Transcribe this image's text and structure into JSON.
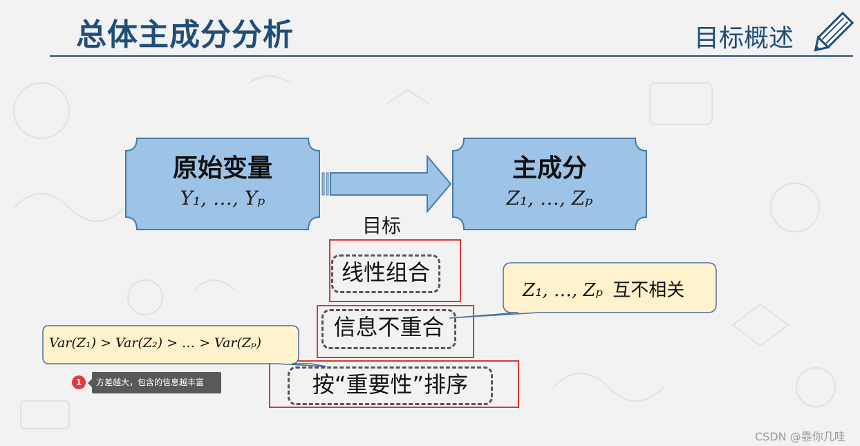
{
  "header": {
    "title": "总体主成分分析",
    "subtitle": "目标概述"
  },
  "nodes": {
    "source": {
      "title": "原始变量",
      "math": "Y₁, …, Yₚ"
    },
    "target": {
      "title": "主成分",
      "math": "Z₁, …, Zₚ"
    }
  },
  "goal_label": "目标",
  "goals": [
    {
      "label": "线性组合"
    },
    {
      "label": "信息不重合"
    },
    {
      "label": "按“重要性”排序"
    }
  ],
  "callouts": {
    "uncorrelated": {
      "math": "Z₁, …, Zₚ",
      "text": "互不相关"
    },
    "variance": {
      "math": "Var(Z₁) > Var(Z₂) > … > Var(Zₚ)"
    }
  },
  "comment": {
    "badge": "1",
    "text": "方差越大，包含的信息越丰富"
  },
  "watermark": "CSDN @靠你几哇",
  "colors": {
    "heading": "#1f4e79",
    "node_fill": "#9dc3e6",
    "node_stroke": "#4a7aa8",
    "highlight_red": "#e03434",
    "callout_fill": "#fff2cc",
    "callout_stroke": "#4a6fa0",
    "tooltip_bg": "#595959",
    "badge_red": "#e8363a"
  }
}
